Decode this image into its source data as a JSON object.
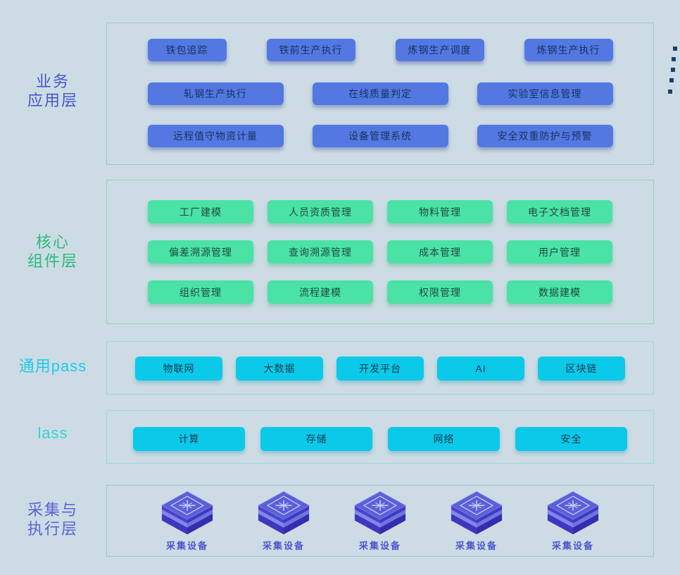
{
  "colors": {
    "page_bg": "#cddce4",
    "business_accent": "#4456ce",
    "business_button_bg": "#5478e2",
    "business_button_text": "#17315f",
    "business_border": "#a7bed4",
    "core_accent": "#2cb97d",
    "core_button_bg": "#4ae2a5",
    "core_button_text": "#1d4b42",
    "core_border": "#94cfbe",
    "paas_accent": "#1fc9ea",
    "iaas_accent": "#32d2d8",
    "cyan_button_bg": "#0bc9e9",
    "cyan_button_text": "#0e3a51",
    "cyan_border": "#9bd6e3",
    "collect_accent": "#5b63d8",
    "collect_border": "#a8bdd2",
    "device_label_color": "#4d56d0",
    "cube_top": "#5a60d9",
    "cube_side_dark": "#3a33b2",
    "edge_dot_color": "#1c3e70"
  },
  "layers": {
    "business": {
      "label_lines": [
        "业务",
        "应用层"
      ],
      "rows": [
        [
          "铁包追踪",
          "铁前生产执行",
          "炼钢生产调度",
          "炼钢生产执行"
        ],
        [
          "轧钢生产执行",
          "在线质量判定",
          "实验室信息管理"
        ],
        [
          "远程值守物资计量",
          "设备管理系统",
          "安全双重防护与预警"
        ]
      ]
    },
    "core": {
      "label_lines": [
        "核心",
        "组件层"
      ],
      "rows": [
        [
          "工厂建模",
          "人员资质管理",
          "物料管理",
          "电子文档管理"
        ],
        [
          "偏差溯源管理",
          "查询溯源管理",
          "成本管理",
          "用户管理"
        ],
        [
          "组织管理",
          "流程建模",
          "权限管理",
          "数据建模"
        ]
      ]
    },
    "paas": {
      "label": "通用pass",
      "items": [
        "物联网",
        "大数据",
        "开发平台",
        "AI",
        "区块链"
      ]
    },
    "iaas": {
      "label": "lass",
      "items": [
        "计算",
        "存储",
        "网络",
        "安全"
      ]
    },
    "collect": {
      "label_lines": [
        "采集与",
        "执行层"
      ],
      "device_label": "采集设备",
      "device_count": 5
    }
  }
}
